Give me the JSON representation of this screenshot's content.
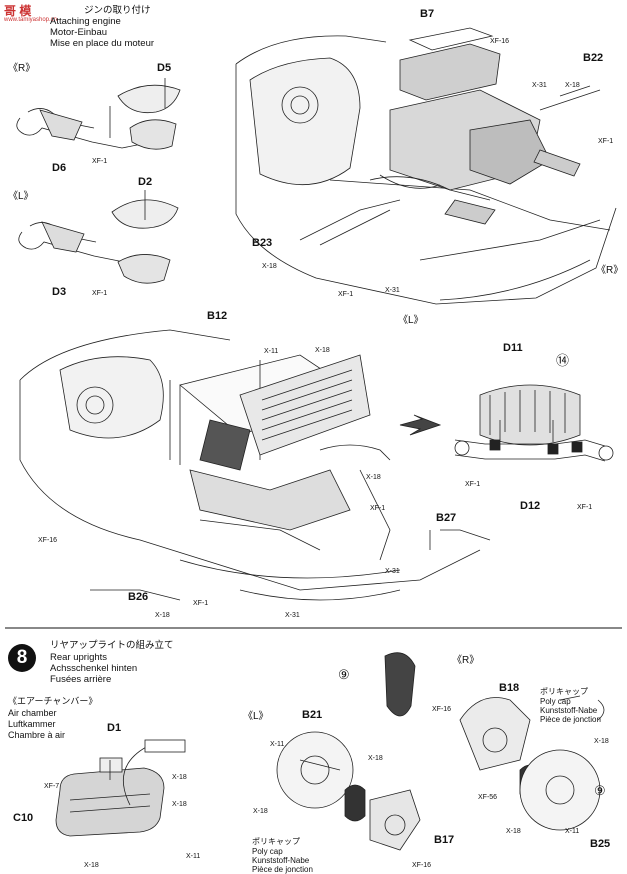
{
  "watermark": {
    "logo": "哥 模",
    "site": "www.tamiyashop.cn"
  },
  "step7": {
    "title_jp": "ジンの取り付け",
    "title_en": "Attaching engine",
    "title_de": "Motor-Einbau",
    "title_fr": "Mise en place du moteur"
  },
  "step8": {
    "num": "8",
    "title_jp": "リヤアップライトの組み立て",
    "title_en": "Rear uprights",
    "title_de": "Achsschenkel hinten",
    "title_fr": "Fusées arrière"
  },
  "air_chamber": {
    "jp": "《エアーチャンバー》",
    "en": "Air chamber",
    "de": "Luftkammer",
    "fr": "Chambre à air"
  },
  "polycap_l": {
    "jp": "ポリキャップ",
    "en": "Poly cap",
    "de": "Kunststoff-Nabe",
    "fr": "Pièce de jonction"
  },
  "polycap_r": {
    "jp": "ポリキャップ",
    "en": "Poly cap",
    "de": "Kunststoff-Nabe",
    "fr": "Pièce de jonction"
  },
  "side": {
    "R": "《R》",
    "L": "《L》"
  },
  "marks": {
    "m14": "⑭",
    "m9a": "⑨",
    "m9b": "⑨"
  },
  "labels": {
    "D5": "D5",
    "D6": "D6",
    "D2": "D2",
    "D3": "D3",
    "B7": "B7",
    "B22": "B22",
    "B23": "B23",
    "B12": "B12",
    "D11": "D11",
    "D12": "D12",
    "B27": "B27",
    "B26": "B26",
    "D1": "D1",
    "C10": "C10",
    "B21": "B21",
    "B17": "B17",
    "B18": "B18",
    "B25": "B25"
  },
  "parts": {
    "xf1": "XF-1",
    "xf16": "XF-16",
    "xf7": "XF-7",
    "xf56": "XF-56",
    "x18": "X-18",
    "x31": "X-31",
    "x11": "X-11"
  }
}
